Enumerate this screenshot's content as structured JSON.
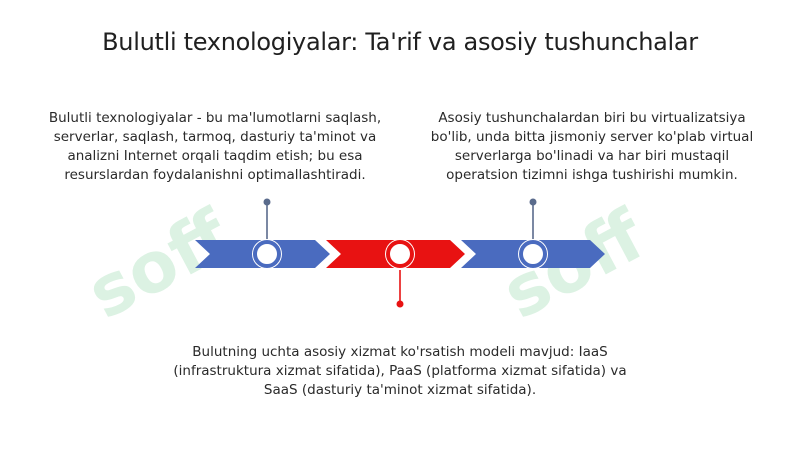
{
  "slide": {
    "title": "Bulutli texnologiyalar: Ta'rif va asosiy tushunchalar",
    "text_left": "Bulutli texnologiyalar - bu ma'lumotlarni saqlash, serverlar, saqlash, tarmoq, dasturiy ta'minot va analizni Internet orqali taqdim etish; bu esa resurslardan foydalanishni optimallashtiradi.",
    "text_right": "Asosiy tushunchalardan biri bu virtualizatsiya bo'lib, unda bitta jismoniy server ko'plab virtual serverlarga bo'linadi va har biri mustaqil operatsion tizimni ishga tushirishi mumkin.",
    "text_bottom": "Bulutning uchta asosiy xizmat ko'rsatish modeli mavjud: IaaS (infrastruktura xizmat sifatida), PaaS (platforma xizmat sifatida) va SaaS (dasturiy ta'minot xizmat sifatida)."
  },
  "colors": {
    "blue": "#4a6bbf",
    "red": "#e81212",
    "connector_blue": "#5a6b8c",
    "watermark": "#d7f0de"
  },
  "watermark": {
    "text": "soff"
  }
}
